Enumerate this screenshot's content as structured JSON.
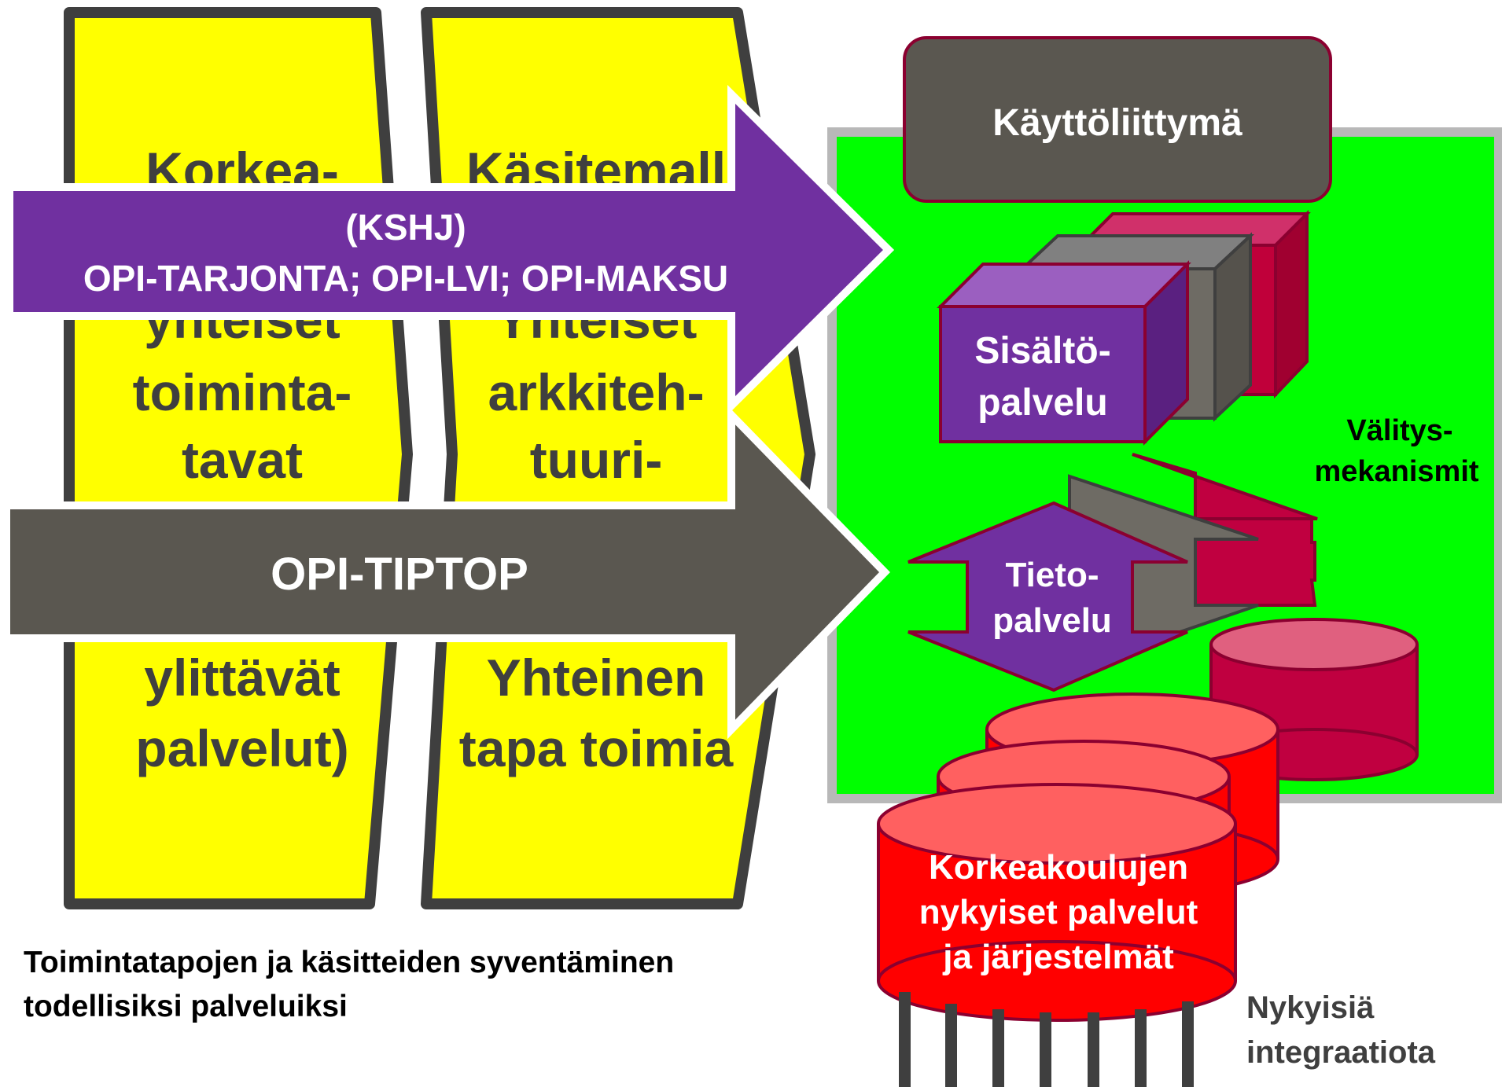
{
  "chevrons": {
    "left": {
      "line1": "Korkea-",
      "line3": "yhteiset",
      "line4": "toiminta-",
      "line5": "tavat",
      "line7": "ylittävät",
      "line8": "palvelut)"
    },
    "right": {
      "line1": "Käsitemall",
      "line3": "Yhteiset",
      "line4": "arkkiteh-",
      "line5": "tuuri-",
      "line7": "Yhteinen",
      "line8": "tapa toimia"
    }
  },
  "arrows": {
    "purple": {
      "line1": "(KSHJ)",
      "line2": "OPI-TARJONTA; OPI-LVI; OPI-MAKSU"
    },
    "gray": {
      "label": "OPI-TIPTOP"
    }
  },
  "architecture": {
    "ui_label": "Käyttöliittymä",
    "content_service": {
      "line1": "Sisältö-",
      "line2": "palvelu"
    },
    "data_service": {
      "line1": "Tieto-",
      "line2": "palvelu"
    },
    "brokerage": {
      "line1": "Välitys-",
      "line2": "mekanismit"
    },
    "systems": {
      "line1": "Korkeakoulujen",
      "line2": "nykyiset palvelut",
      "line3": "ja järjestelmät"
    },
    "integrations": {
      "line1": "Nykyisiä",
      "line2": "integraatiota"
    }
  },
  "caption": {
    "line1": "Toimintatapojen ja käsitteiden syventäminen",
    "line2": "todellisiksi palveluiksi"
  },
  "colors": {
    "yellow": "#ffff00",
    "green": "#00ff00",
    "purple": "#7030a0",
    "dark_gray": "#5a5750",
    "red": "#ff0000",
    "crimson": "#c00040"
  }
}
